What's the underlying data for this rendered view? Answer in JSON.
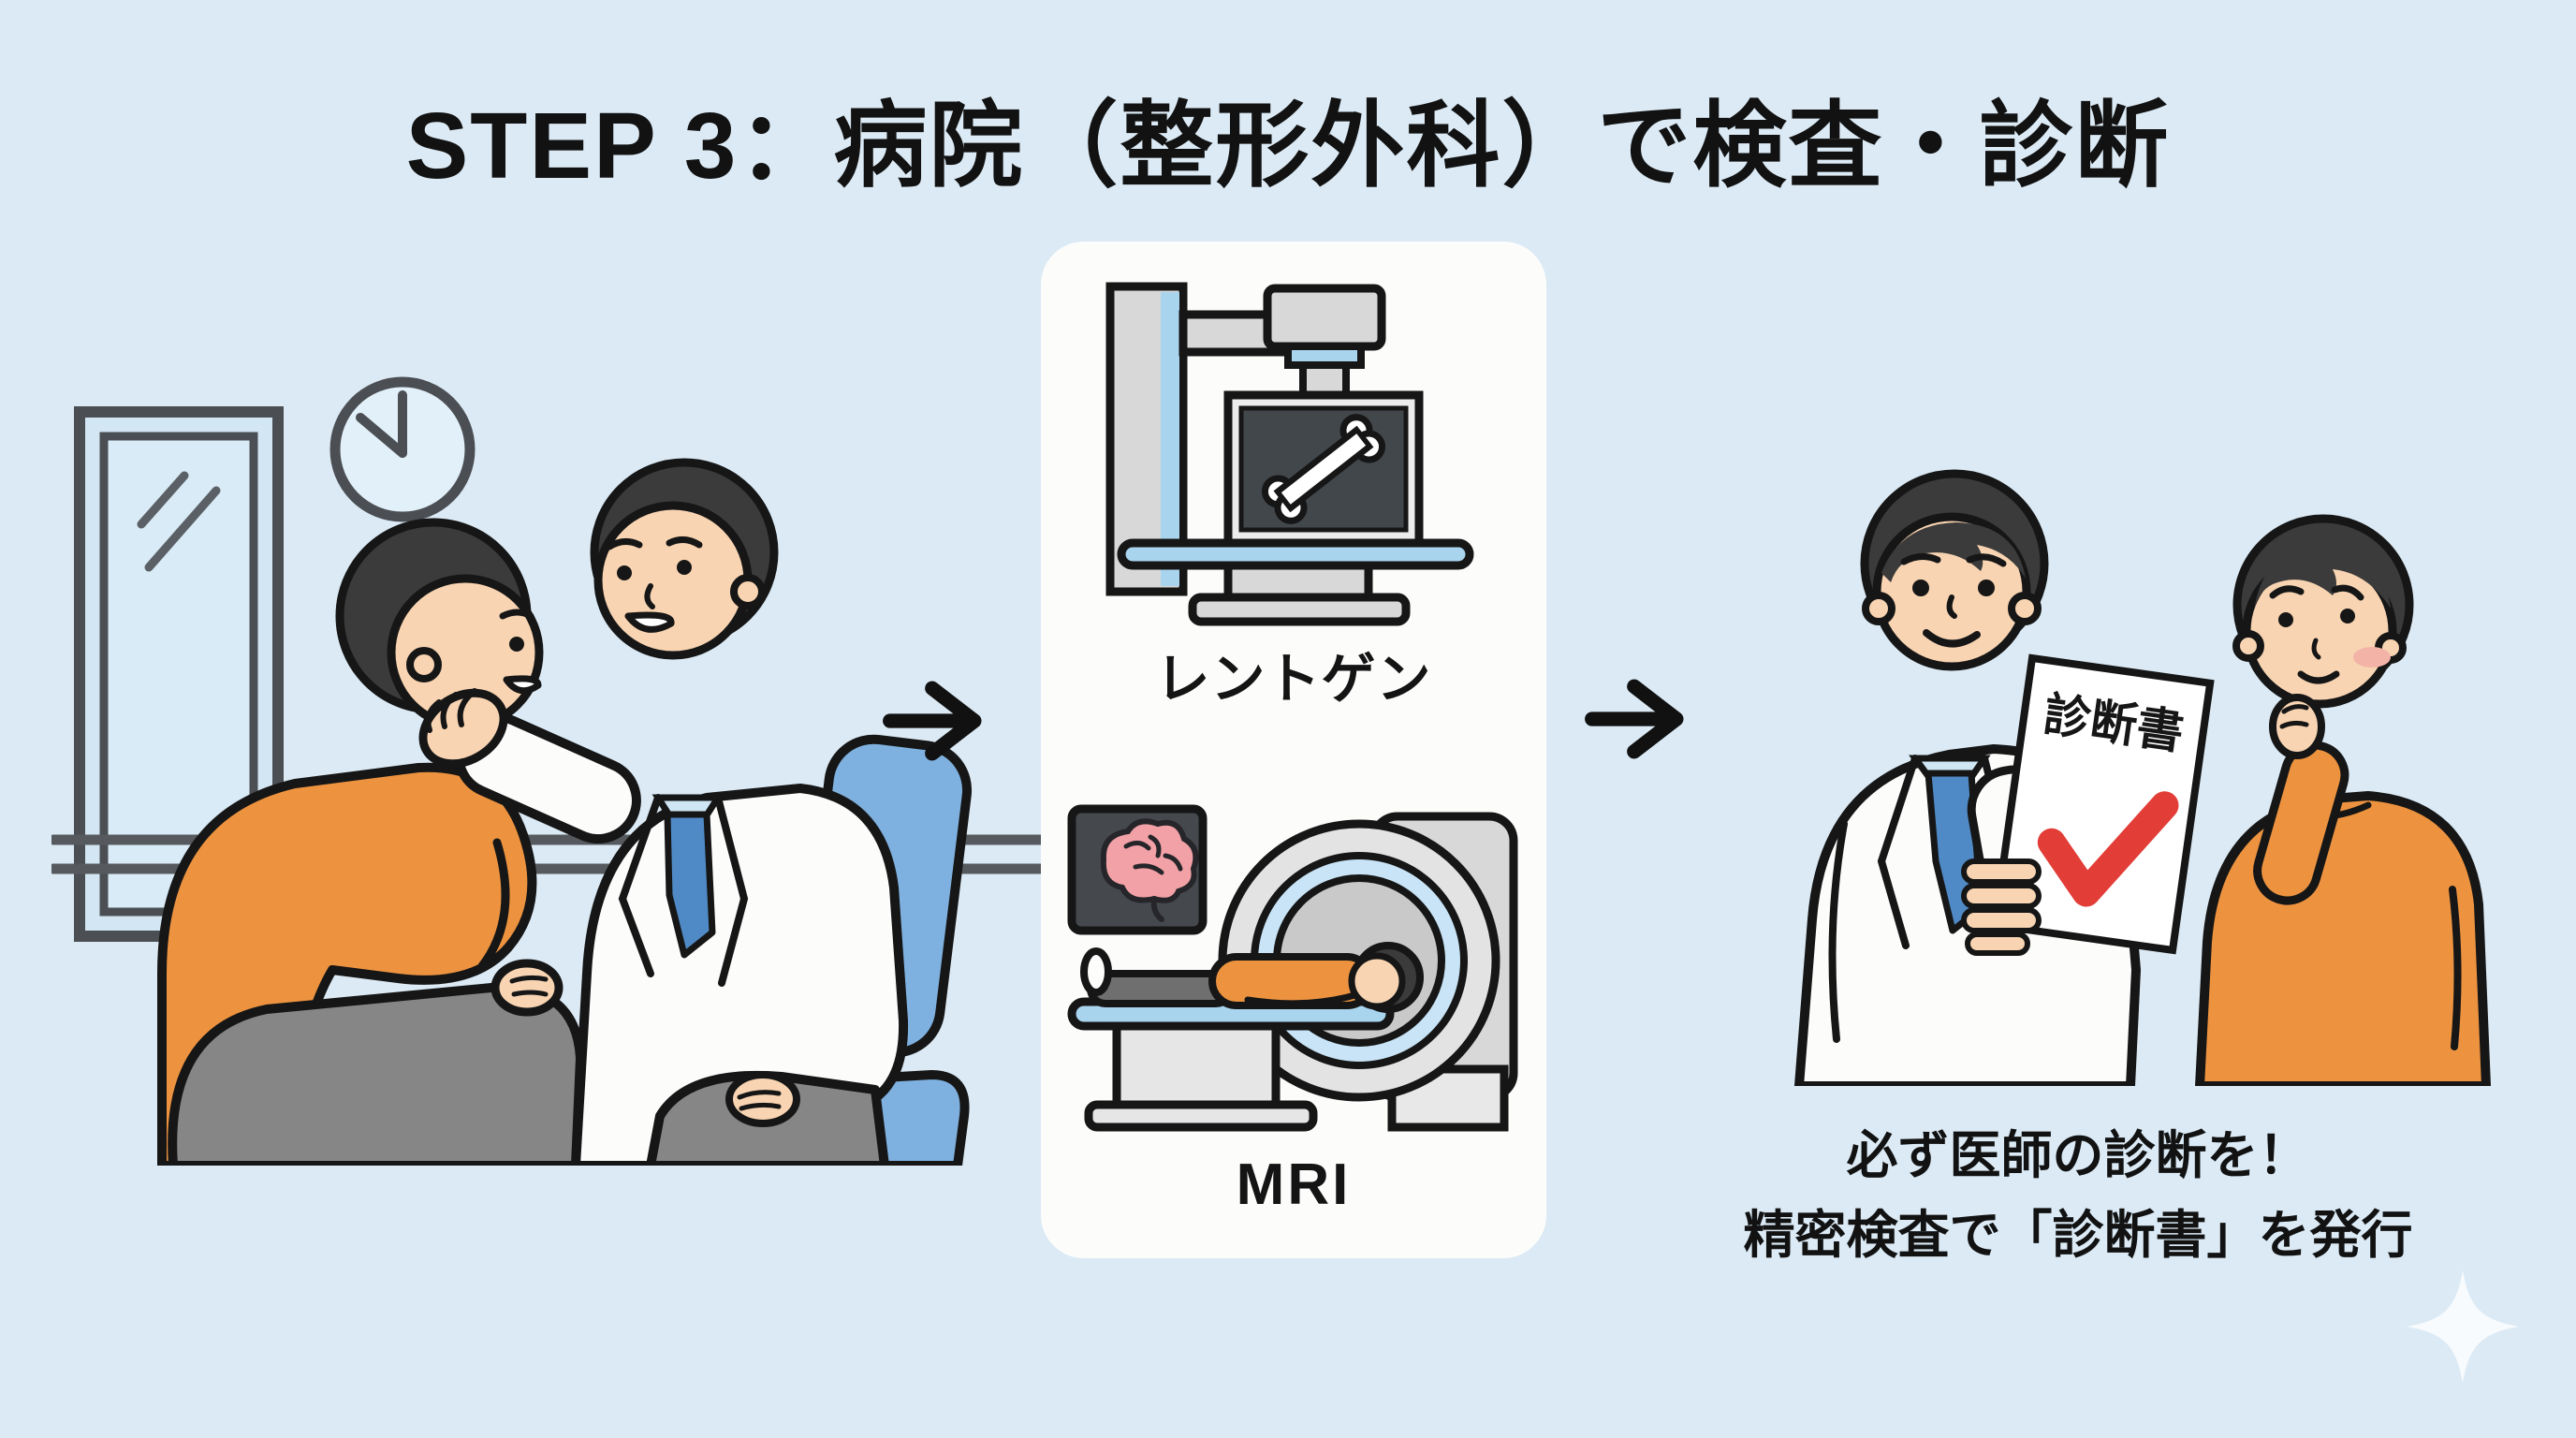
{
  "title": "STEP 3：病院（整形外科）で検査・診断",
  "exam_card": {
    "xray_label": "レントゲン",
    "mri_label": "MRI"
  },
  "certificate": {
    "label": "診断書"
  },
  "footer_note": {
    "line1": "必ず医師の診断を！",
    "line2": "精密検査で「診断書」を発行"
  },
  "icons": {
    "arrow_right": "→",
    "checkmark": "✓",
    "sparkle": "✦",
    "names": [
      "mirror-icon",
      "clock-icon",
      "xray-machine-icon",
      "mri-machine-icon",
      "brain-scan-icon",
      "certificate-icon",
      "checkmark-icon",
      "arrow-right-icon",
      "sparkle-icon"
    ]
  },
  "colors": {
    "background": "#dbeaf5",
    "card": "#fcfdfb",
    "outline": "#161616",
    "orange_sweater": "#ed9340",
    "skin": "#f8d4b2",
    "hair": "#3b3b3b",
    "machine_blue": "#a9d4ee",
    "tie_blue": "#4f8ac6",
    "chair_blue": "#7fb1e0",
    "check_red": "#e23d36",
    "text": "#121212"
  }
}
